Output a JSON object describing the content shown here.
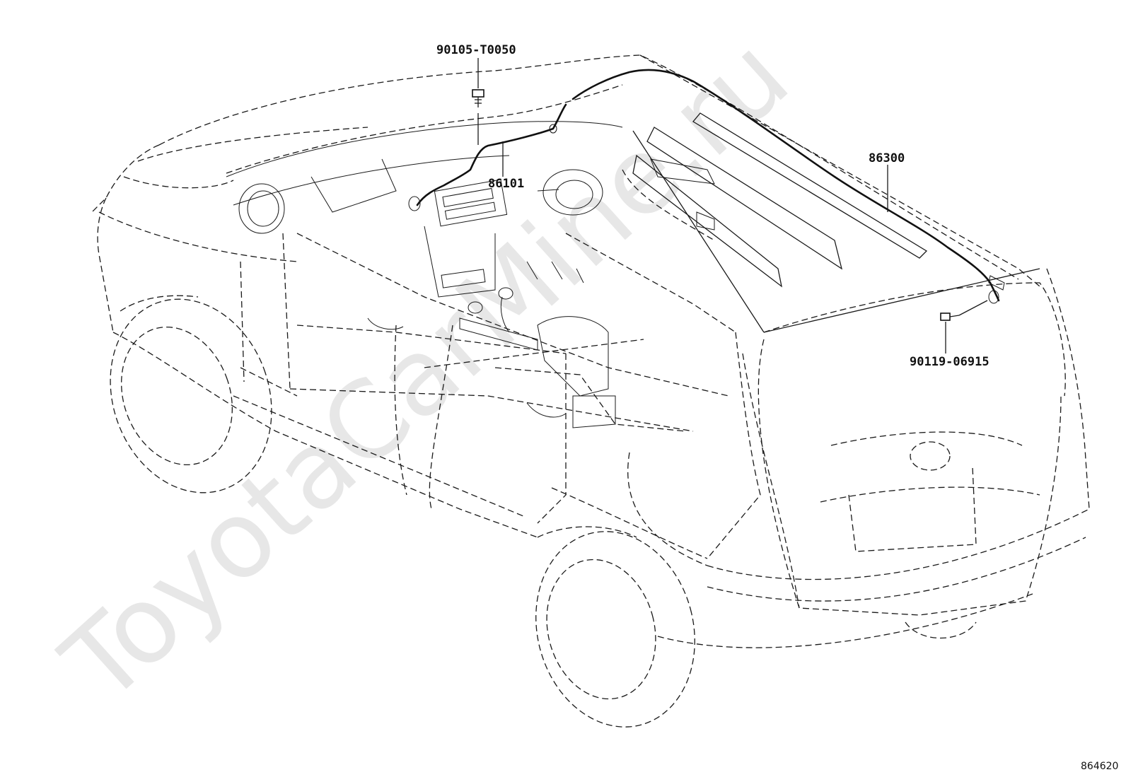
{
  "watermark": "ToyotaCarMine.ru",
  "diagram_ref": "864620",
  "callouts": [
    {
      "id": "bolt-front",
      "part_no": "90105-T0050"
    },
    {
      "id": "front-antenna-cord",
      "part_no": "86101"
    },
    {
      "id": "roof-antenna-cord",
      "part_no": "86300"
    },
    {
      "id": "bolt-rear",
      "part_no": "90119-06915"
    }
  ]
}
